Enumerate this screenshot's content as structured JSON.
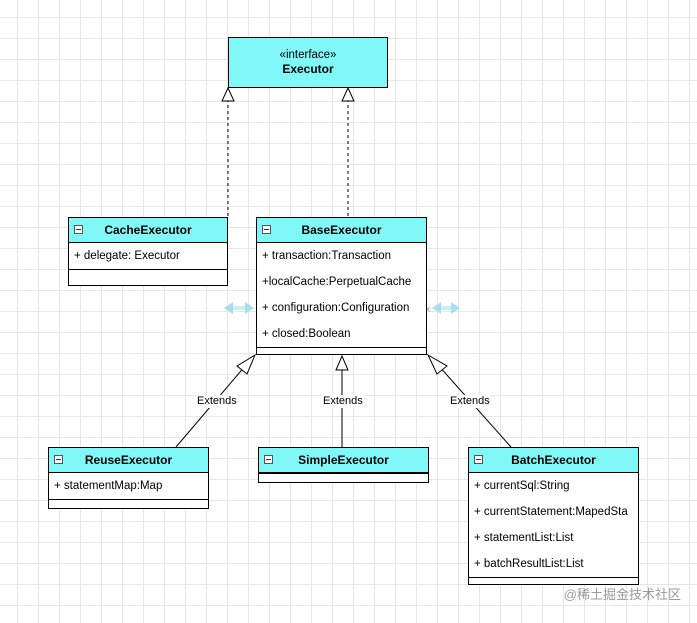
{
  "interface": {
    "stereotype": "«interface»",
    "name": "Executor"
  },
  "classes": {
    "cache": {
      "name": "CacheExecutor",
      "attributes": [
        "+ delegate: Executor"
      ]
    },
    "base": {
      "name": "BaseExecutor",
      "attributes": [
        "+ transaction:Transaction",
        "+localCache:PerpetualCache",
        "+ configuration:Configuration",
        "+ closed:Boolean"
      ]
    },
    "reuse": {
      "name": "ReuseExecutor",
      "attributes": [
        "+ statementMap:Map"
      ]
    },
    "simple": {
      "name": "SimpleExecutor",
      "attributes": []
    },
    "batch": {
      "name": "BatchExecutor",
      "attributes": [
        "+ currentSql:String",
        "+ currentStatement:MapedSta",
        "+ statementList:List",
        "+ batchResultList:List"
      ]
    }
  },
  "edge_labels": {
    "reuse": "Extends",
    "simple": "Extends",
    "batch": "Extends"
  },
  "colors": {
    "class_header": "#80f8f8",
    "selection_arrows": "#9ad8ee"
  },
  "watermark": "@稀土掘金技术社区"
}
